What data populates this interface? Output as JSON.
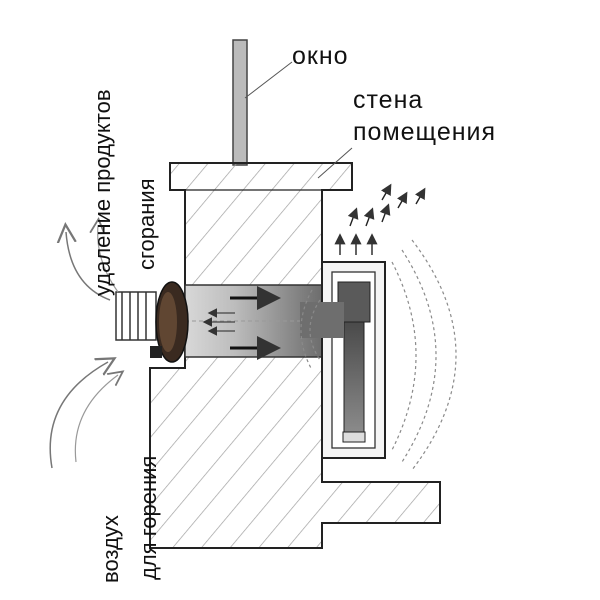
{
  "labels": {
    "window": "окно",
    "room_wall_line1": "стена",
    "room_wall_line2": "помещения",
    "exhaust_line1": "удаление продуктов",
    "exhaust_line2": "сгорания",
    "intake_line1": "воздух",
    "intake_line2": "для горения"
  },
  "colors": {
    "wall_fill": "#f0f0f0",
    "outline": "#222222",
    "hatch": "#9a9a9a",
    "heater_core": "#555555",
    "heat_waves": "#888888",
    "arrows": "#333333",
    "cap": "#3a2a20"
  }
}
